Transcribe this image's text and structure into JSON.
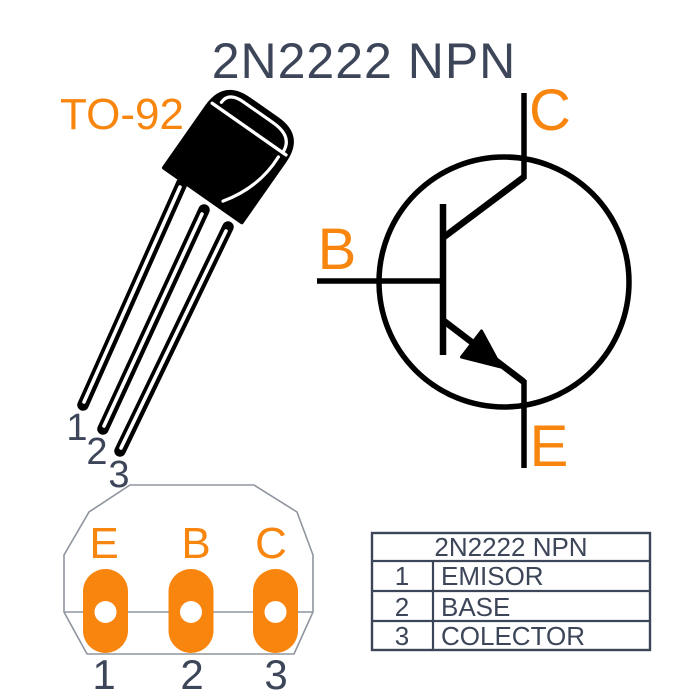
{
  "title": "2N2222 NPN",
  "package": {
    "type_label": "TO-92",
    "pins": [
      "1",
      "2",
      "3"
    ]
  },
  "schematic": {
    "collector": "C",
    "base": "B",
    "emitter": "E"
  },
  "pinout": {
    "pads": [
      "E",
      "B",
      "C"
    ],
    "pins": [
      "1",
      "2",
      "3"
    ]
  },
  "table": {
    "header": "2N2222 NPN",
    "rows": [
      {
        "pin": "1",
        "name": "EMISOR"
      },
      {
        "pin": "2",
        "name": "BASE"
      },
      {
        "pin": "3",
        "name": "COLECTOR"
      }
    ]
  },
  "colors": {
    "accent": "#F8850E",
    "text": "#3D4559",
    "line": "#000000",
    "outline": "#8F959E"
  }
}
